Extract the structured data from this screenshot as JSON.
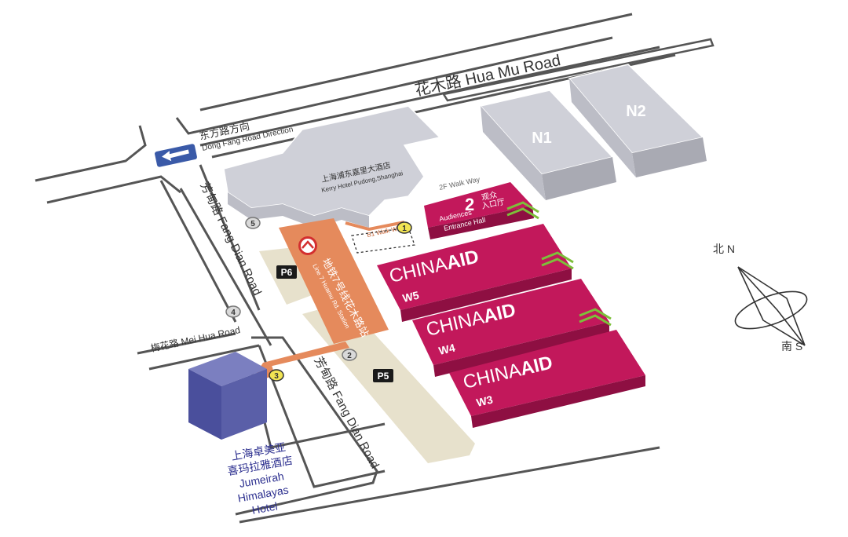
{
  "roads": {
    "hua_mu": "花木路 Hua Mu Road",
    "dong_fang": "东方路方向",
    "dong_fang_en": "Dong Fang Road Direction",
    "fang_dian_upper": "芳甸路 Fang Dian Road",
    "fang_dian_lower": "芳甸路 Fang Dian Road",
    "mei_hua": "梅花路 Mei Hua Road"
  },
  "buildings": {
    "n1": "N1",
    "n2": "N2",
    "kerry_hotel_cn": "上海浦东嘉里大酒店",
    "kerry_hotel_en": "Kerry Hotel Pudong,Shanghai",
    "jumeirah_lines": [
      "上海卓美亚",
      "喜玛拉雅酒店",
      "Jumeirah",
      "Himalayas",
      "Hotel"
    ]
  },
  "entrance": {
    "number": "2",
    "cn_line1": "观众",
    "cn_line2": "入口厅",
    "en_line1": "Audiences",
    "en_line2": "Entrance Hall",
    "walkway_2f": "2F Walk Way",
    "walkway_b1": "B1 Walk Way"
  },
  "halls": [
    {
      "id": "W5",
      "brand_light": "CHINA",
      "brand_bold": "AID"
    },
    {
      "id": "W4",
      "brand_light": "CHINA",
      "brand_bold": "AID"
    },
    {
      "id": "W3",
      "brand_light": "CHINA",
      "brand_bold": "AID"
    }
  ],
  "metro": {
    "station_cn": "地铁7号线花木路站",
    "station_en": "Line 7 Huamu Rd. Station"
  },
  "parking": {
    "p6": "P6",
    "p5": "P5"
  },
  "exits": [
    "1",
    "2",
    "3",
    "4",
    "5"
  ],
  "compass": {
    "north": "北 N",
    "south": "南 S"
  },
  "colors": {
    "hall": "#c2185b",
    "metro_path": "#e58a5c",
    "parking": "#e7e1cc",
    "building": "#cfd0d8",
    "hotel": "#5a5fa8",
    "arrow_sign": "#3a5aa8",
    "chevron": "#7dbf3a"
  }
}
